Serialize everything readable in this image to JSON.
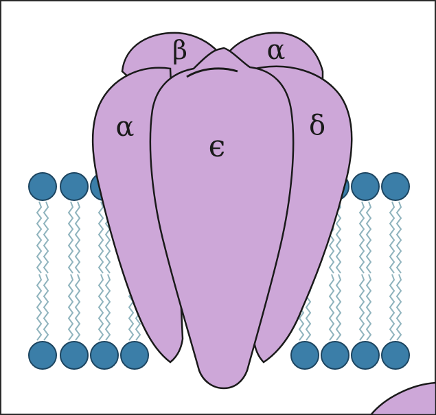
{
  "subunits": {
    "beta": "β",
    "alpha_top": "α",
    "alpha_left": "α",
    "delta": "δ",
    "epsilon": "ϵ"
  },
  "colors": {
    "protein_fill": "#cda7d8",
    "protein_outline": "#1a1a1a",
    "lipid_head": "#3b7ea8",
    "lipid_head_outline": "#1d4560",
    "lipid_tail": "#8fb3bd",
    "frame": "#2a2a2a",
    "background": "#ffffff"
  }
}
